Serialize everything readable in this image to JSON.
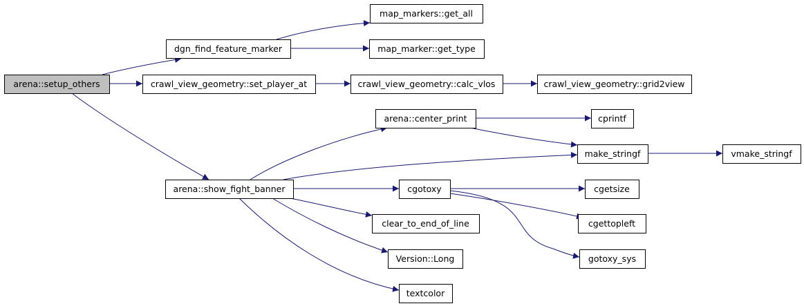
{
  "colors": {
    "edge": "#191970",
    "root_fill": "#bfbfbf",
    "node_fill": "#ffffff",
    "border": "#000000"
  },
  "nodes": [
    {
      "id": "setup_others",
      "label": "arena::setup_others",
      "root": true
    },
    {
      "id": "dgn_find_feature_marker",
      "label": "dgn_find_feature_marker"
    },
    {
      "id": "get_all",
      "label": "map_markers::get_all"
    },
    {
      "id": "get_type",
      "label": "map_marker::get_type"
    },
    {
      "id": "set_player_at",
      "label": "crawl_view_geometry::set_player_at"
    },
    {
      "id": "calc_vlos",
      "label": "crawl_view_geometry::calc_vlos"
    },
    {
      "id": "grid2view",
      "label": "crawl_view_geometry::grid2view"
    },
    {
      "id": "show_fight_banner",
      "label": "arena::show_fight_banner"
    },
    {
      "id": "center_print",
      "label": "arena::center_print"
    },
    {
      "id": "cprintf",
      "label": "cprintf"
    },
    {
      "id": "make_stringf",
      "label": "make_stringf"
    },
    {
      "id": "vmake_stringf",
      "label": "vmake_stringf"
    },
    {
      "id": "cgotoxy",
      "label": "cgotoxy"
    },
    {
      "id": "cgetsize",
      "label": "cgetsize"
    },
    {
      "id": "cgettopleft",
      "label": "cgettopleft"
    },
    {
      "id": "gotoxy_sys",
      "label": "gotoxy_sys"
    },
    {
      "id": "clear_to_end_of_line",
      "label": "clear_to_end_of_line"
    },
    {
      "id": "version_long",
      "label": "Version::Long"
    },
    {
      "id": "textcolor",
      "label": "textcolor"
    }
  ],
  "edges": [
    [
      "setup_others",
      "dgn_find_feature_marker"
    ],
    [
      "setup_others",
      "set_player_at"
    ],
    [
      "setup_others",
      "show_fight_banner"
    ],
    [
      "dgn_find_feature_marker",
      "get_all"
    ],
    [
      "dgn_find_feature_marker",
      "get_type"
    ],
    [
      "set_player_at",
      "calc_vlos"
    ],
    [
      "calc_vlos",
      "grid2view"
    ],
    [
      "show_fight_banner",
      "center_print"
    ],
    [
      "show_fight_banner",
      "make_stringf"
    ],
    [
      "show_fight_banner",
      "cgotoxy"
    ],
    [
      "show_fight_banner",
      "clear_to_end_of_line"
    ],
    [
      "show_fight_banner",
      "version_long"
    ],
    [
      "show_fight_banner",
      "textcolor"
    ],
    [
      "center_print",
      "cprintf"
    ],
    [
      "center_print",
      "make_stringf"
    ],
    [
      "make_stringf",
      "vmake_stringf"
    ],
    [
      "cgotoxy",
      "cgetsize"
    ],
    [
      "cgotoxy",
      "cgettopleft"
    ],
    [
      "cgotoxy",
      "gotoxy_sys"
    ]
  ]
}
